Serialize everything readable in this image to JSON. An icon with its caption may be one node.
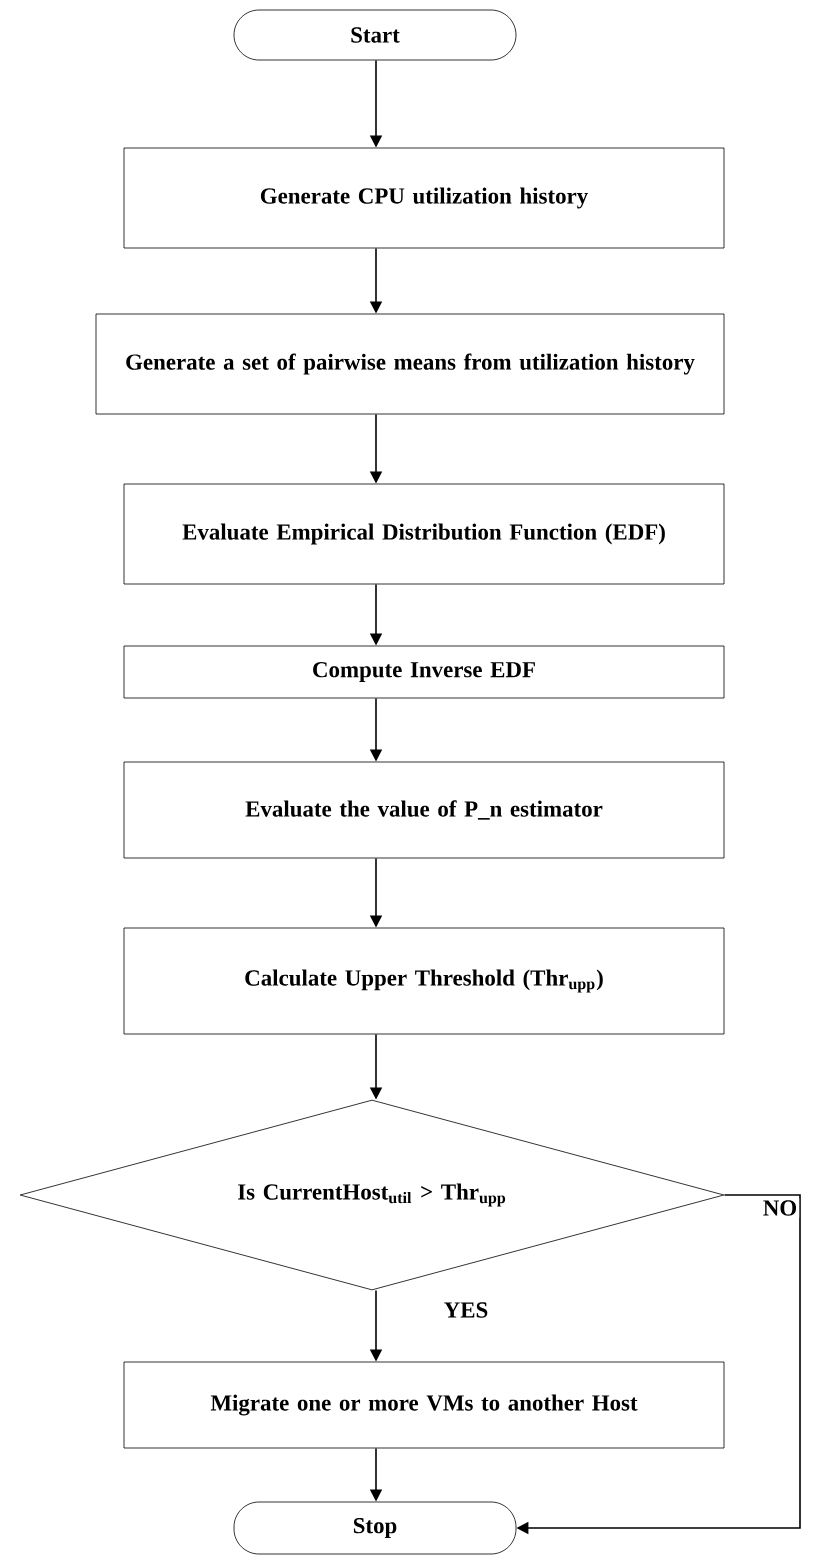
{
  "diagram": {
    "nodes": [
      {
        "text": [
          "Start"
        ]
      },
      {
        "text": [
          "Generate CPU utilization history"
        ]
      },
      {
        "text": [
          "Generate a set of pairwise means from utilization history"
        ]
      },
      {
        "text": [
          "Evaluate Empirical Distribution Function (EDF)"
        ]
      },
      {
        "text": [
          "Compute Inverse EDF"
        ]
      },
      {
        "text": [
          "Evaluate the value of P_n estimator"
        ]
      },
      {
        "text": [
          "Calculate Upper Threshold (Thr$_{upp}$)"
        ]
      },
      {
        "text": [
          "Is CurrentHost$_{util}$ > Thr$_{upp}$"
        ]
      },
      {
        "text": [
          "Migrate one or more VMs to another Host"
        ]
      },
      {
        "text": [
          "Stop"
        ]
      }
    ],
    "edges": [
      {
        "from": 0,
        "to": 1,
        "arrow": "to"
      },
      {
        "from": 1,
        "to": 2,
        "arrow": "to"
      },
      {
        "from": 2,
        "to": 3,
        "arrow": "to"
      },
      {
        "from": 3,
        "to": 4,
        "arrow": "to"
      },
      {
        "from": 4,
        "to": 5,
        "arrow": "to"
      },
      {
        "from": 5,
        "to": 6,
        "arrow": "to"
      },
      {
        "from": 6,
        "to": 7,
        "arrow": "to"
      },
      {
        "from": 7,
        "to": 8,
        "arrow": "to",
        "label": "YES"
      },
      {
        "from": 8,
        "to": 9,
        "arrow": "to"
      },
      {
        "from": 7,
        "to": 9,
        "arrow": "to",
        "label": "NO"
      }
    ]
  }
}
